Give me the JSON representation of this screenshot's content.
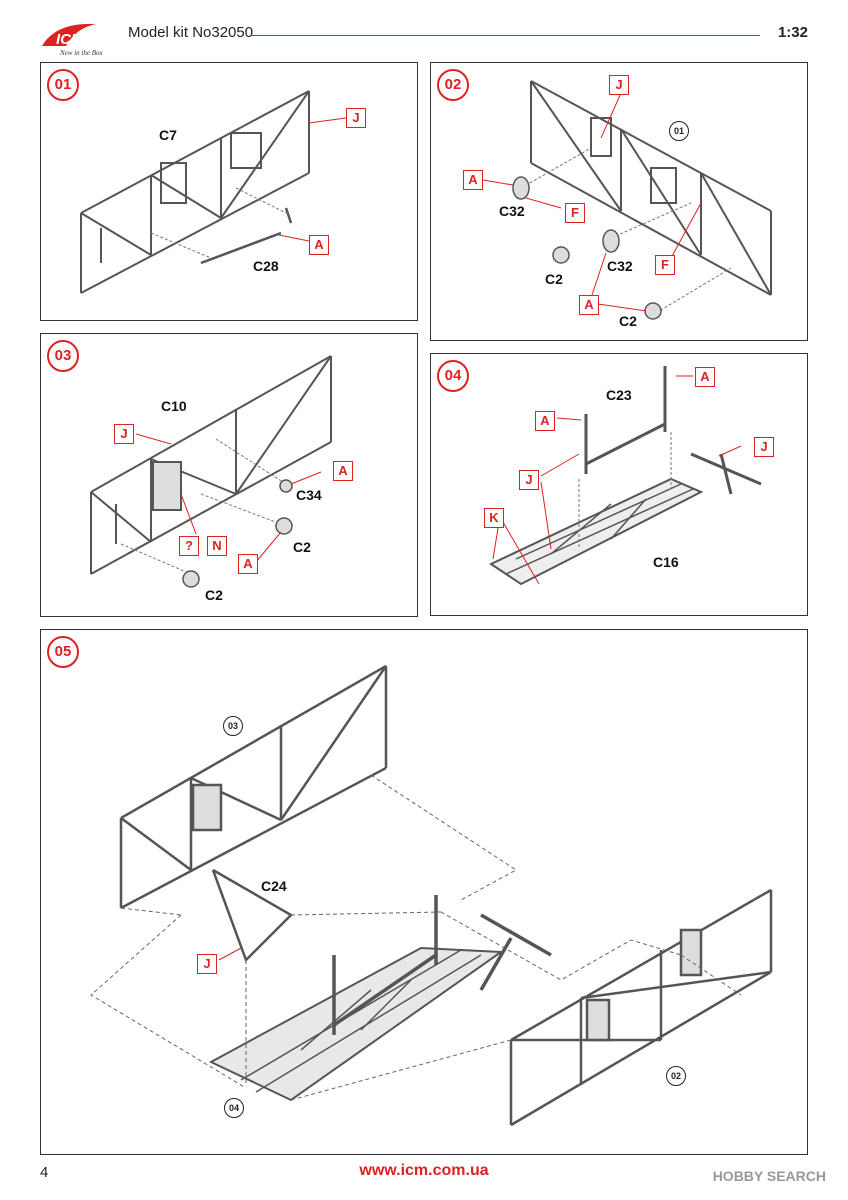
{
  "header": {
    "title": "Model kit No32050",
    "scale": "1:32",
    "logo": "ICM",
    "logo_tagline": "New in the Box"
  },
  "footer": {
    "page": "4",
    "url": "www.icm.com.ua",
    "watermark": "HOBBY SEARCH"
  },
  "steps": [
    {
      "num": "01",
      "labels": [
        "C7",
        "C28"
      ],
      "tags": [
        "J",
        "A"
      ]
    },
    {
      "num": "02",
      "ref": "01",
      "labels": [
        "C32",
        "C32",
        "C2",
        "C2"
      ],
      "tags": [
        "J",
        "A",
        "F",
        "F",
        "A"
      ]
    },
    {
      "num": "03",
      "labels": [
        "C10",
        "C34",
        "C2",
        "C2"
      ],
      "tags": [
        "J",
        "A",
        "?",
        "N",
        "A"
      ]
    },
    {
      "num": "04",
      "labels": [
        "C23",
        "C16"
      ],
      "tags": [
        "A",
        "A",
        "J",
        "J",
        "K"
      ]
    },
    {
      "num": "05",
      "refs": [
        "03",
        "02",
        "04"
      ],
      "labels": [
        "C24"
      ],
      "tags": [
        "J"
      ]
    }
  ]
}
